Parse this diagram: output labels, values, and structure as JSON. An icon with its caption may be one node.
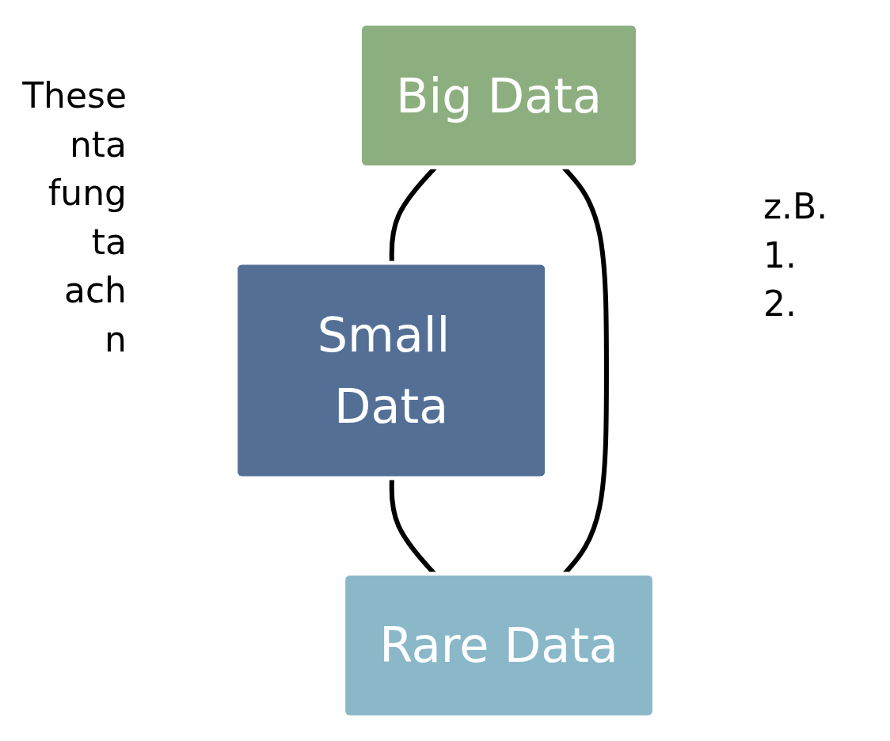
{
  "diagram": {
    "nodes": [
      {
        "text": [
          "Big Data"
        ]
      },
      {
        "text": [
          "Small Data"
        ]
      },
      {
        "text": [
          "Rare Data"
        ]
      }
    ],
    "edges": [
      {
        "from": 0,
        "to": 1,
        "arrow": "none"
      },
      {
        "from": 1,
        "to": 2,
        "arrow": "none"
      },
      {
        "from": 2,
        "to": 0,
        "arrow": "none"
      }
    ],
    "labels": [
      "These",
      "nta",
      "fung",
      "ta",
      "ach",
      "n",
      "z.B.",
      "1.",
      "2."
    ]
  }
}
